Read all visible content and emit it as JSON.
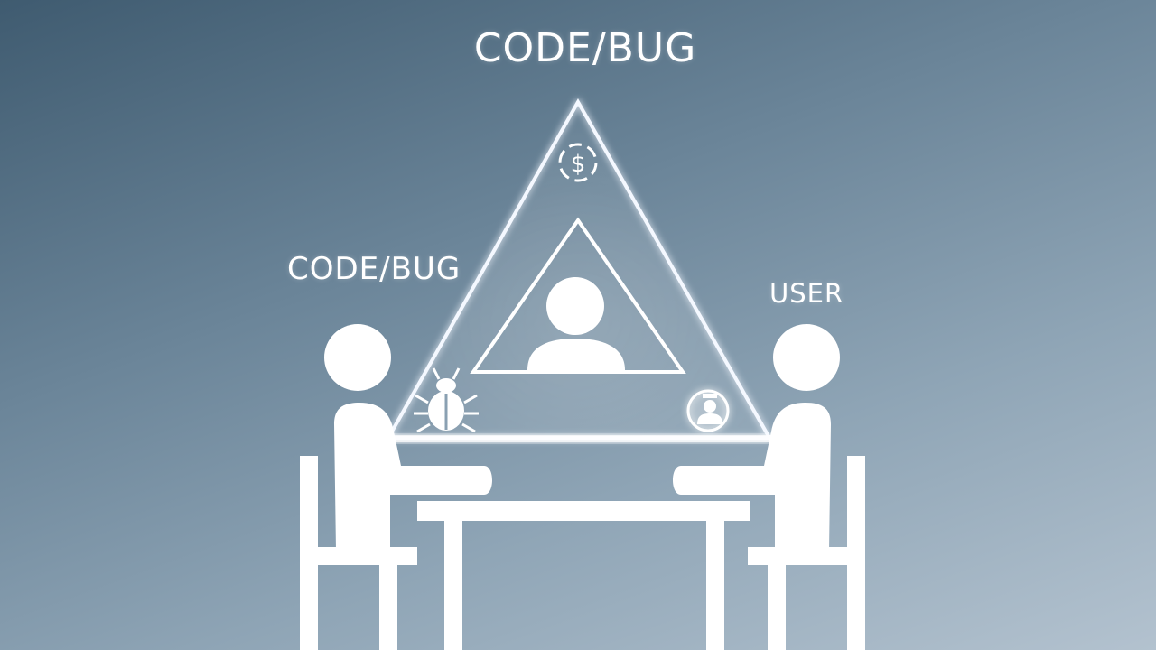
{
  "labels": {
    "top": "CODE/BUG",
    "left": "CODE/BUG",
    "right": "USER"
  },
  "icons": {
    "top_vertex": "dollar-cycle-icon",
    "bottom_left_vertex": "bug-icon",
    "bottom_right_vertex": "user-badge-icon",
    "center": "person-icon"
  },
  "colors": {
    "figure": "#ffffff",
    "background_top": "#3f5b70",
    "background_bottom": "#b3c2cf",
    "glow": "#e8f2ff"
  }
}
